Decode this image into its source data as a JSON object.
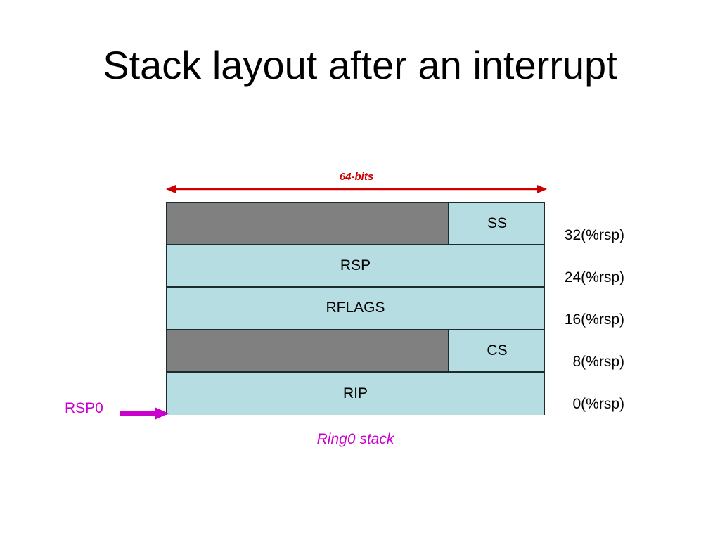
{
  "slide": {
    "title": "Stack layout after an interrupt",
    "background_color": "#ffffff"
  },
  "width_annotation": {
    "label": "64-bits",
    "color": "#cc0000",
    "arrow": "double-headed-horizontal-arrow"
  },
  "stack_diagram": {
    "cell_color": "#b5dde2",
    "filler_color": "#808080",
    "border_color": "#1c2b2e",
    "rows": [
      {
        "label": "SS",
        "has_filler": true,
        "offset": "32(%rsp)"
      },
      {
        "label": "RSP",
        "has_filler": false,
        "offset": "24(%rsp)"
      },
      {
        "label": "RFLAGS",
        "has_filler": false,
        "offset": "16(%rsp)"
      },
      {
        "label": "CS",
        "has_filler": true,
        "offset": "8(%rsp)"
      },
      {
        "label": "RIP",
        "has_filler": false,
        "offset": "0(%rsp)"
      }
    ]
  },
  "pointer": {
    "label": "RSP0",
    "color": "#cc00cc",
    "arrow": "right-arrow"
  },
  "caption": {
    "text": "Ring0 stack",
    "color": "#cc00cc"
  }
}
